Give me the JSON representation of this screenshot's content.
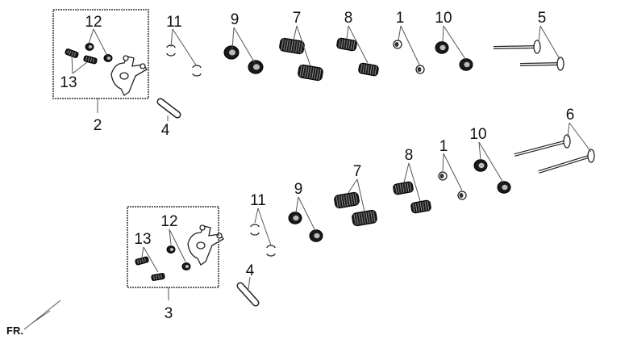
{
  "diagram": {
    "title": "Valve train exploded view",
    "front_marker": "FR.",
    "top_group": {
      "box_label": "2",
      "labels": {
        "p12": "12",
        "p13": "13",
        "p11": "11",
        "p4": "4",
        "p9": "9",
        "p7": "7",
        "p8": "8",
        "p1": "1",
        "p10": "10",
        "p5": "5"
      }
    },
    "bottom_group": {
      "box_label": "3",
      "labels": {
        "p12": "12",
        "p13": "13",
        "p11": "11",
        "p4": "4",
        "p9": "9",
        "p7": "7",
        "p8": "8",
        "p1": "1",
        "p10": "10",
        "p6": "6"
      }
    }
  }
}
